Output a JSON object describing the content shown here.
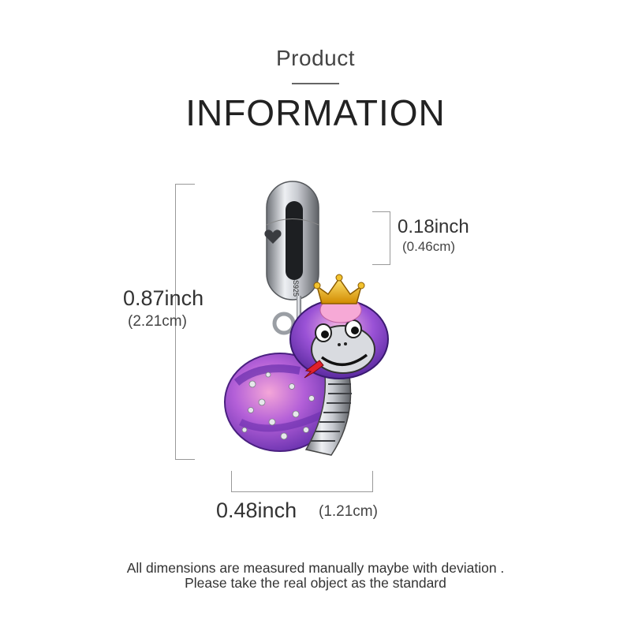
{
  "header": {
    "subtitle": "Product",
    "title": "INFORMATION"
  },
  "dimensions": {
    "height": {
      "inch": "0.87inch",
      "cm": "(2.21cm)"
    },
    "bail": {
      "inch": "0.18inch",
      "cm": "(0.46cm)"
    },
    "width": {
      "inch": "0.48inch",
      "cm": "(1.21cm)"
    }
  },
  "product": {
    "stamp": "S925",
    "colors": {
      "silver": "#c9ccd1",
      "purple": "#7b3fc4",
      "pink": "#f29bcf",
      "gold": "#f2b515",
      "tongue": "#e0202a"
    }
  },
  "footer": {
    "line1": "All dimensions are measured manually maybe with deviation .",
    "line2": "Please take the real object as the standard"
  }
}
